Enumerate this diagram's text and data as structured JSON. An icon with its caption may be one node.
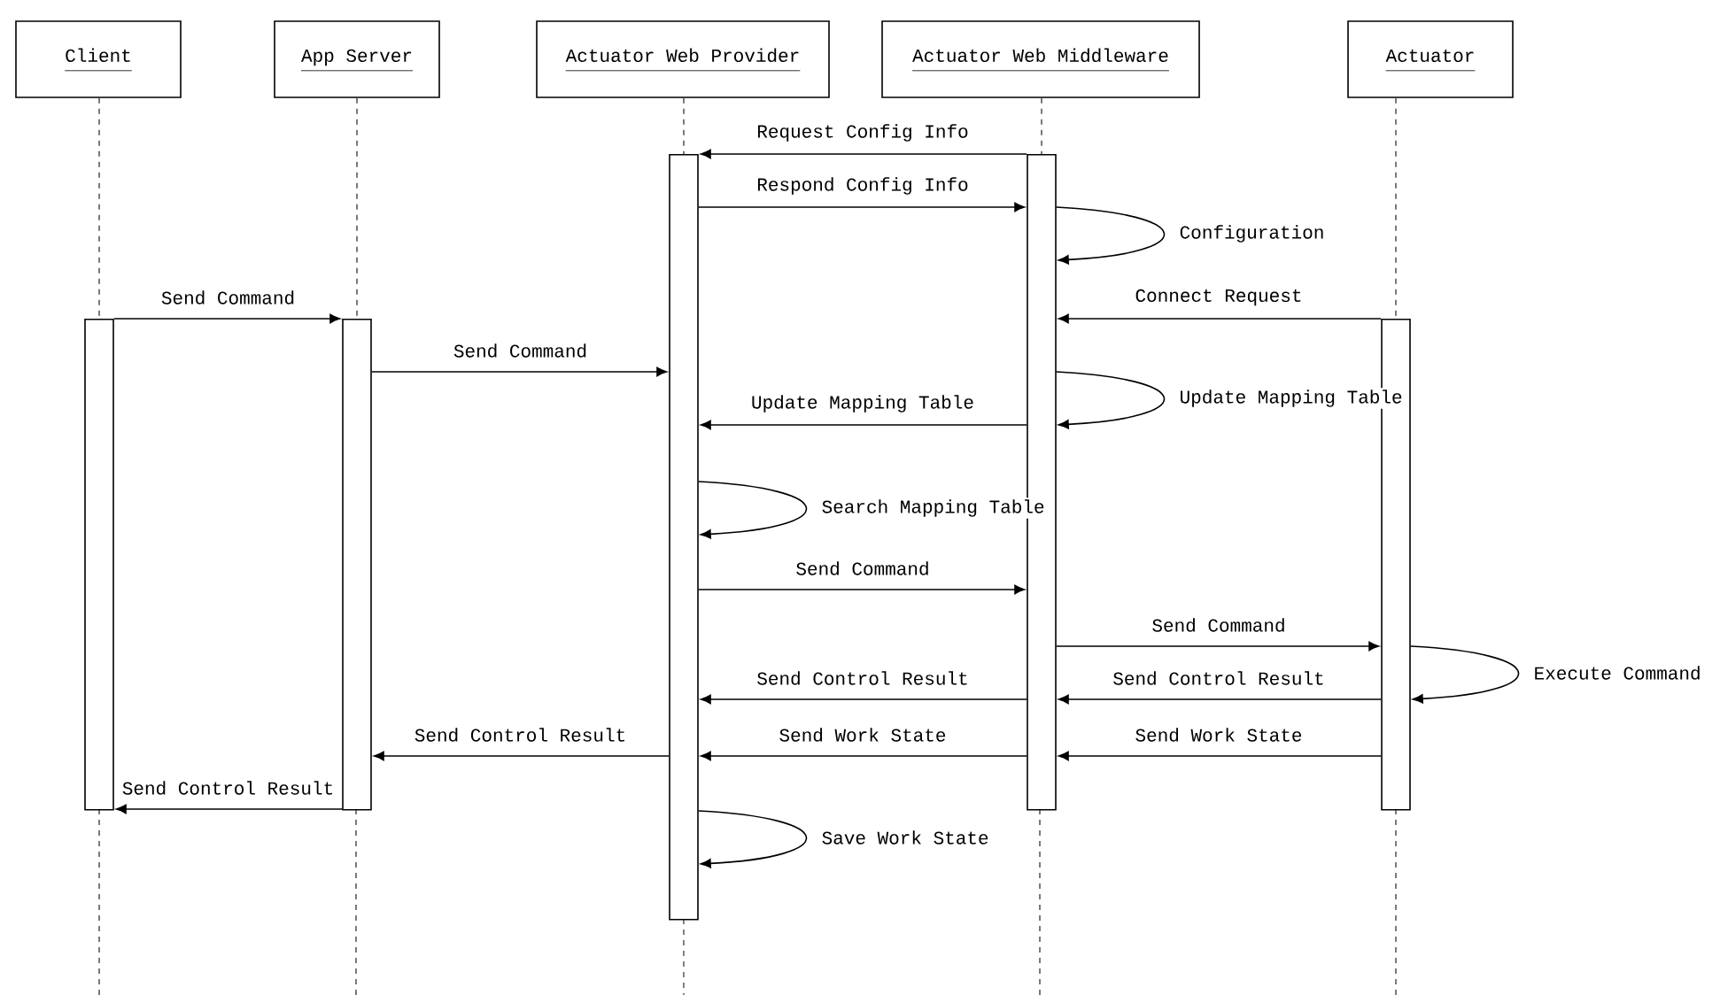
{
  "diagram": {
    "nodes": [
      {
        "text": [
          "Client"
        ]
      },
      {
        "text": [
          "App Server"
        ]
      },
      {
        "text": [
          "Actuator Web Provider"
        ]
      },
      {
        "text": [
          "Actuator Web Middleware"
        ]
      },
      {
        "text": [
          "Actuator"
        ]
      },
      {
        "text": [],
        "shape": "bar"
      },
      {
        "text": [],
        "shape": "bar"
      },
      {
        "text": [],
        "shape": "bar"
      },
      {
        "text": [],
        "shape": "bar"
      },
      {
        "text": [],
        "shape": "bar"
      }
    ],
    "edges": [
      {
        "from": 8,
        "to": 7,
        "arrow": "to",
        "label": "Request Config Info"
      },
      {
        "from": 7,
        "to": 8,
        "arrow": "to",
        "label": "Respond Config Info"
      },
      {
        "from": 8,
        "to": 8,
        "arrow": "to",
        "label": "Configuration"
      },
      {
        "from": 5,
        "to": 6,
        "arrow": "to",
        "label": "Send Command"
      },
      {
        "from": 9,
        "to": 8,
        "arrow": "to",
        "label": "Connect Request"
      },
      {
        "from": 6,
        "to": 7,
        "arrow": "to",
        "label": "Send Command"
      },
      {
        "from": 8,
        "to": 7,
        "arrow": "to",
        "label": "Update Mapping Table"
      },
      {
        "from": 8,
        "to": 8,
        "arrow": "to",
        "label": "Update Mapping Table"
      },
      {
        "from": 7,
        "to": 7,
        "arrow": "to",
        "label": "Search Mapping Table"
      },
      {
        "from": 7,
        "to": 8,
        "arrow": "to",
        "label": "Send Command"
      },
      {
        "from": 8,
        "to": 9,
        "arrow": "to",
        "label": "Send Command"
      },
      {
        "from": 9,
        "to": 9,
        "arrow": "to",
        "label": "Execute Command"
      },
      {
        "from": 8,
        "to": 7,
        "arrow": "to",
        "label": "Send Control Result"
      },
      {
        "from": 9,
        "to": 8,
        "arrow": "to",
        "label": "Send Control Result"
      },
      {
        "from": 7,
        "to": 6,
        "arrow": "to",
        "label": "Send Control Result"
      },
      {
        "from": 8,
        "to": 7,
        "arrow": "to",
        "label": "Send Work State"
      },
      {
        "from": 9,
        "to": 8,
        "arrow": "to",
        "label": "Send Work State"
      },
      {
        "from": 6,
        "to": 5,
        "arrow": "to",
        "label": "Send Control Result"
      },
      {
        "from": 7,
        "to": 7,
        "arrow": "to",
        "label": "Save Work State"
      },
      {
        "from": 0,
        "to": 5,
        "arrow": "none",
        "style": "dashed"
      },
      {
        "from": 1,
        "to": 6,
        "arrow": "none",
        "style": "dashed"
      },
      {
        "from": 2,
        "to": 7,
        "arrow": "none",
        "style": "dashed"
      },
      {
        "from": 3,
        "to": 8,
        "arrow": "none",
        "style": "dashed"
      },
      {
        "from": 4,
        "to": 9,
        "arrow": "none",
        "style": "dashed"
      }
    ]
  }
}
